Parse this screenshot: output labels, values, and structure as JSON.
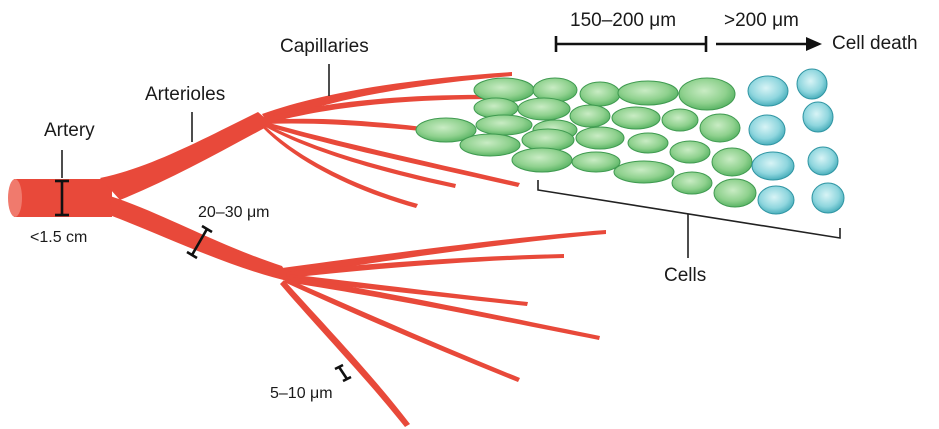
{
  "labels": {
    "artery": "Artery",
    "artery_size": "<1.5 cm",
    "arterioles": "Arterioles",
    "arteriole_size": "20–30 μm",
    "capillaries": "Capillaries",
    "capillary_size": "5–10 μm",
    "cells": "Cells",
    "diffusion_range": "150–200 μm",
    "beyond_range": ">200 μm",
    "cell_death": "Cell death"
  },
  "colors": {
    "vessel": "#e8493a",
    "cell_healthy": "#7cc97e",
    "cell_dying": "#7fd0da",
    "ink": "#111111"
  }
}
